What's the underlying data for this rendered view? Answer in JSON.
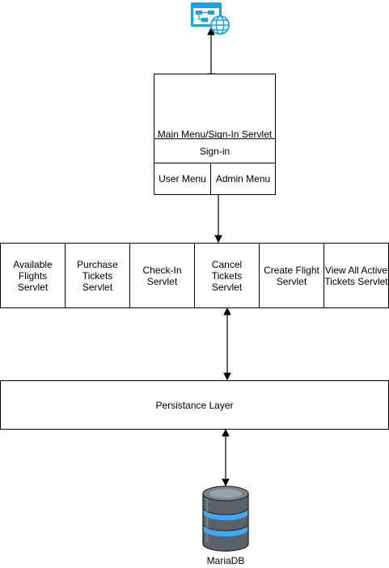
{
  "main_menu": {
    "title": "Main Menu/Sign-In Servlet",
    "signin": "Sign-in",
    "user_menu": "User Menu",
    "admin_menu": "Admin Menu"
  },
  "servlets": [
    {
      "label": "Available Flights Servlet"
    },
    {
      "label": "Purchase Tickets Servlet"
    },
    {
      "label": "Check-In Servlet"
    },
    {
      "label": "Cancel Tickets Servlet"
    },
    {
      "label": "Create Flight Servlet"
    },
    {
      "label": "View All Active Tickets Servlet"
    }
  ],
  "persistence": {
    "label": "Persistance Layer"
  },
  "database": {
    "label": "MariaDB"
  },
  "colors": {
    "web_icon": "#1ba1e2",
    "db_body": "#5b6168",
    "db_band": "#3fa9f5"
  },
  "icons": {
    "top": "web-app-icon",
    "bottom": "database-icon"
  }
}
